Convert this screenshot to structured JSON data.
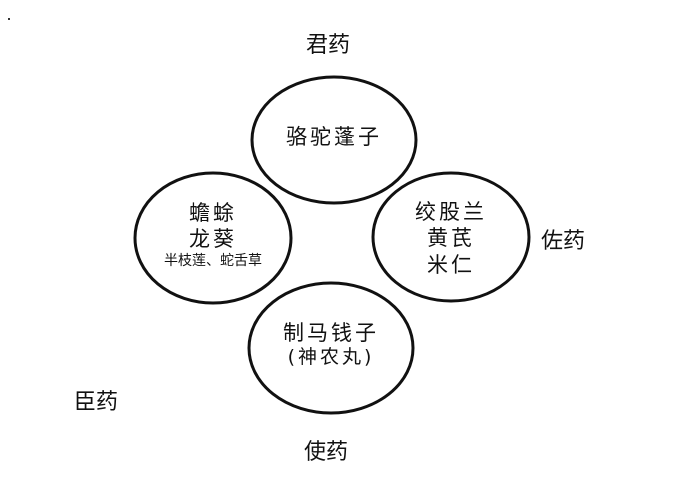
{
  "roles": {
    "jun": "君药",
    "chen": "臣药",
    "zuo": "佐药",
    "shi": "使药"
  },
  "circles": {
    "top": {
      "lines": [
        "骆驼蓬子"
      ]
    },
    "left": {
      "lines": [
        "蟾蜍",
        "龙葵",
        "半枝莲、蛇舌草"
      ]
    },
    "right": {
      "lines": [
        "绞股兰",
        "黄芪",
        "米仁"
      ]
    },
    "bottom": {
      "lines": [
        "制马钱子",
        "(神农丸)"
      ]
    }
  },
  "colors": {
    "stroke": "#111111",
    "text": "#111111",
    "background": "#ffffff"
  }
}
